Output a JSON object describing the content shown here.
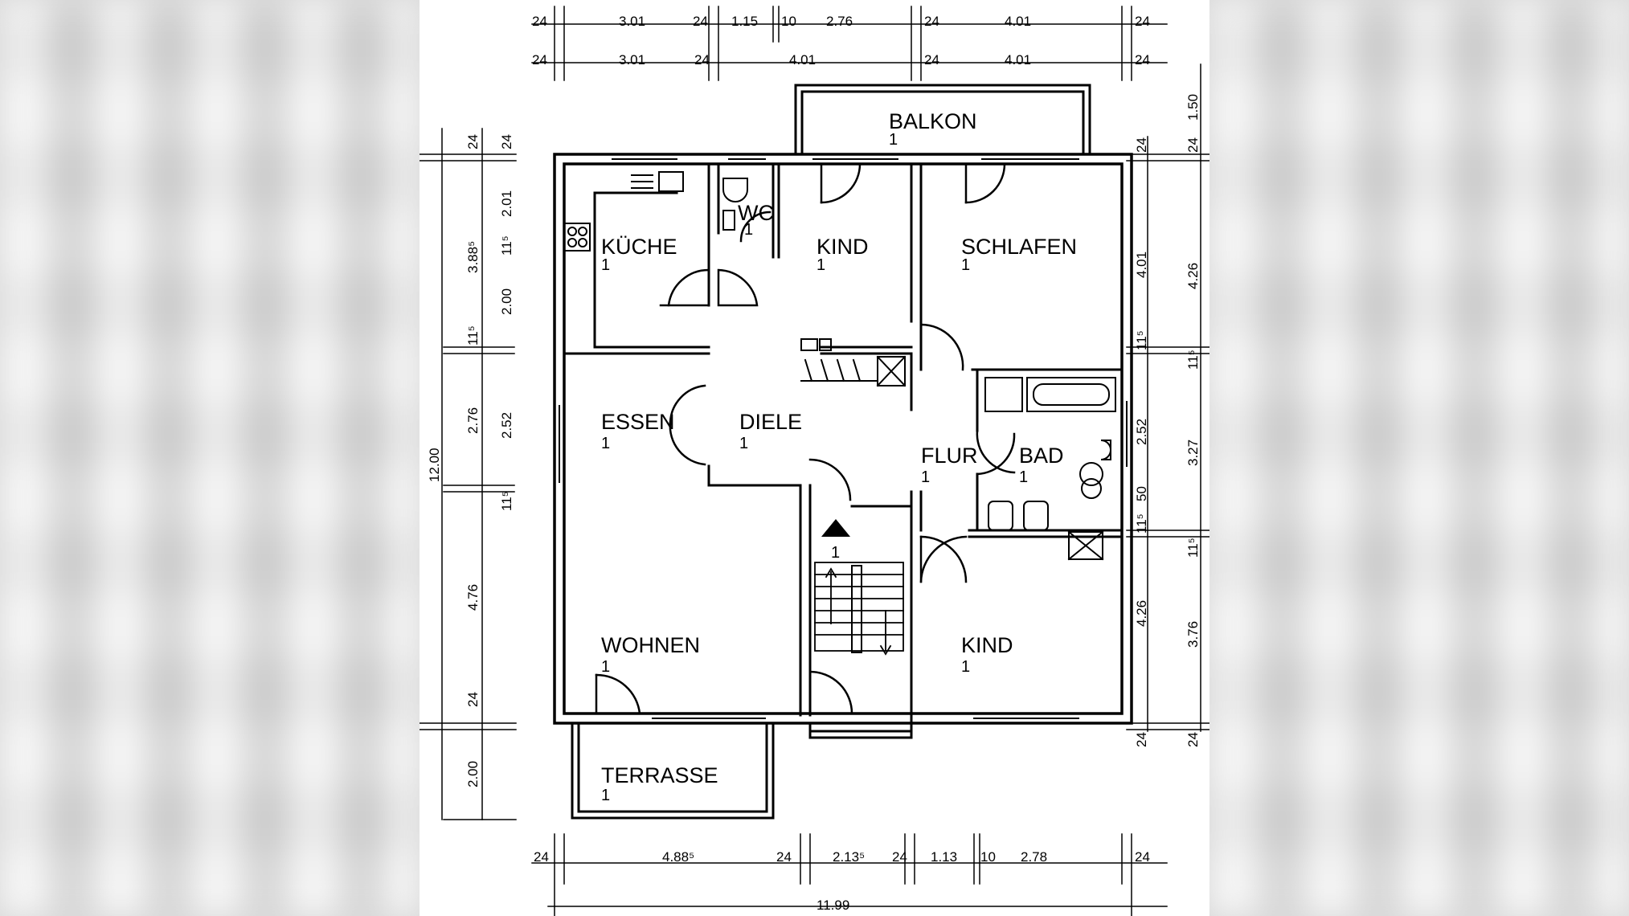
{
  "rooms": {
    "balkon": {
      "label": "BALKON",
      "num": "1"
    },
    "kueche": {
      "label": "KÜCHE",
      "num": "1"
    },
    "wc": {
      "label": "WC",
      "num": "1"
    },
    "kind_top": {
      "label": "KIND",
      "num": "1"
    },
    "schlafen": {
      "label": "SCHLAFEN",
      "num": "1"
    },
    "essen": {
      "label": "ESSEN",
      "num": "1"
    },
    "diele": {
      "label": "DIELE",
      "num": "1"
    },
    "flur": {
      "label": "FLUR",
      "num": "1"
    },
    "bad": {
      "label": "BAD",
      "num": "1"
    },
    "stair": {
      "num": "1"
    },
    "wohnen": {
      "label": "WOHNEN",
      "num": "1"
    },
    "kind_bottom": {
      "label": "KIND",
      "num": "1"
    },
    "terrasse": {
      "label": "TERRASSE",
      "num": "1"
    }
  },
  "dims_top_row1": [
    "24",
    "3.01",
    "24",
    "1.15",
    "10",
    "2.76",
    "24",
    "4.01",
    "24"
  ],
  "dims_top_row2": [
    "24",
    "3.01",
    "24",
    "4.01",
    "24",
    "4.01",
    "24"
  ],
  "dims_left_outer": [
    "24",
    "3.88⁵",
    "11⁵",
    "2.76",
    "12.00",
    "4.76",
    "24",
    "2.00"
  ],
  "dims_left_inner": [
    "24",
    "2.01",
    "11⁵",
    "2.00",
    "2.52",
    "11⁵"
  ],
  "dims_right_inner": [
    "24",
    "4.01",
    "11⁵",
    "2.52",
    "50",
    "11⁵",
    "4.26",
    "24"
  ],
  "dims_right_outer": [
    "24",
    "1.50",
    "4.26",
    "11⁵",
    "3.27",
    "11⁵",
    "3.76",
    "24"
  ],
  "dims_bottom_row1": [
    "24",
    "4.88⁵",
    "24",
    "2.13⁵",
    "24",
    "1.13",
    "10",
    "2.78",
    "24"
  ],
  "dims_bottom_total": "11.99"
}
